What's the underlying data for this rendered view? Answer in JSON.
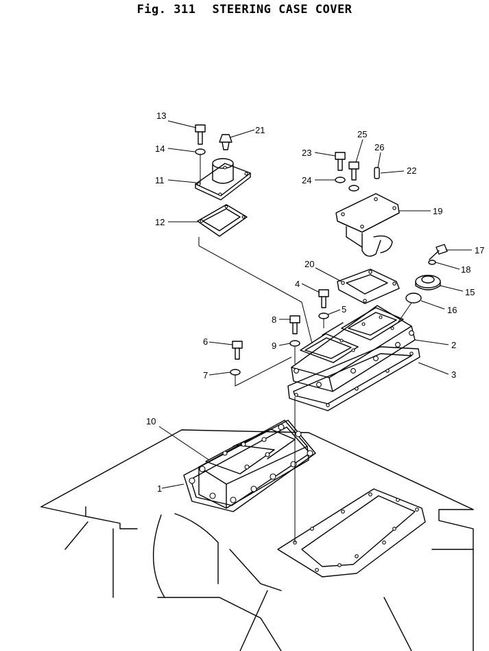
{
  "figure": {
    "number": "Fig. 311",
    "title": "STEERING CASE COVER"
  },
  "callouts": [
    "1",
    "2",
    "3",
    "4",
    "5",
    "6",
    "7",
    "8",
    "9",
    "10",
    "11",
    "12",
    "13",
    "14",
    "15",
    "16",
    "17",
    "18",
    "19",
    "20",
    "21",
    "22",
    "23",
    "24",
    "25",
    "26"
  ]
}
